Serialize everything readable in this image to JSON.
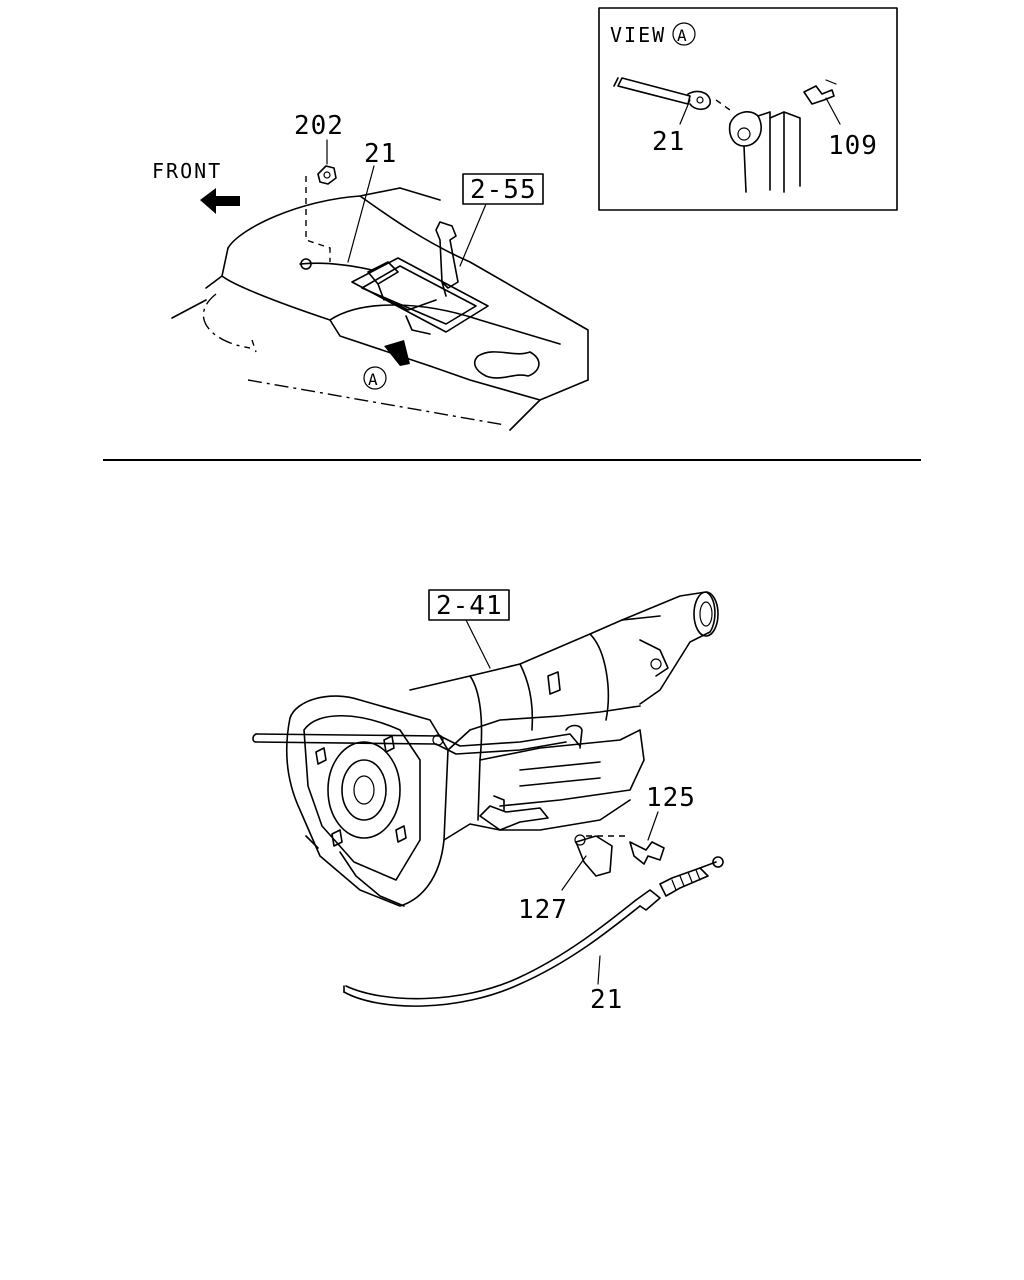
{
  "top_diagram": {
    "front_label": "FRONT",
    "view_marker": "A",
    "labels": {
      "nut": "202",
      "cable": "21",
      "ref_console": "2-55"
    }
  },
  "view_inset": {
    "title": "VIEW",
    "marker": "A",
    "labels": {
      "cable": "21",
      "pin": "109"
    }
  },
  "bottom_diagram": {
    "labels": {
      "ref_transmission": "2-41",
      "bolt": "125",
      "bracket": "127",
      "cable": "21"
    }
  }
}
